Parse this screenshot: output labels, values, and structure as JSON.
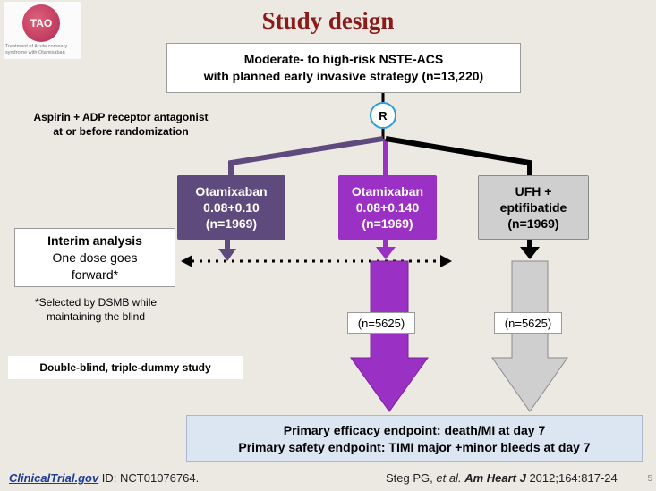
{
  "slide": {
    "title": "Study design",
    "logo": {
      "label": "TAO",
      "caption": "Treatment of Acute coronary syndrome with Otamixaban"
    },
    "population": {
      "line1": "Moderate- to high-risk NSTE-ACS",
      "line2": "with planned early invasive strategy (n=13,220)"
    },
    "pretreatment": {
      "line1": "Aspirin + ADP receptor antagonist",
      "line2": "at or before randomization"
    },
    "randomization_label": "R",
    "arms": [
      {
        "line1": "Otamixaban",
        "line2": "0.08+0.10",
        "line3": "(n=1969)",
        "color": "#5f4a7e"
      },
      {
        "line1": "Otamixaban",
        "line2": "0.08+0.140",
        "line3": "(n=1969)",
        "color": "#9b30c4"
      },
      {
        "line1": "UFH +",
        "line2": "eptifibatide",
        "line3": "(n=1969)",
        "color": "#cfcfcf"
      }
    ],
    "interim": {
      "title": "Interim analysis",
      "line2": "One dose goes",
      "line3": "forward*"
    },
    "selection_note": {
      "line1": "*Selected by DSMB while",
      "line2": "maintaining the blind"
    },
    "continued_n": [
      "(n=5625)",
      "(n=5625)"
    ],
    "design_note": "Double-blind, triple-dummy study",
    "endpoints": {
      "efficacy": "Primary efficacy endpoint: death/MI at day 7",
      "safety": "Primary safety endpoint: TIMI major +minor bleeds at day 7"
    },
    "footer": {
      "registry_link": "ClinicalTrial.gov",
      "registry_id": " ID: NCT01076764.",
      "citation_authors": "Steg PG, ",
      "citation_etal": "et al.",
      "citation_journal": "Am Heart J",
      "citation_rest": " 2012;164:817-24"
    },
    "page_number": "5"
  }
}
